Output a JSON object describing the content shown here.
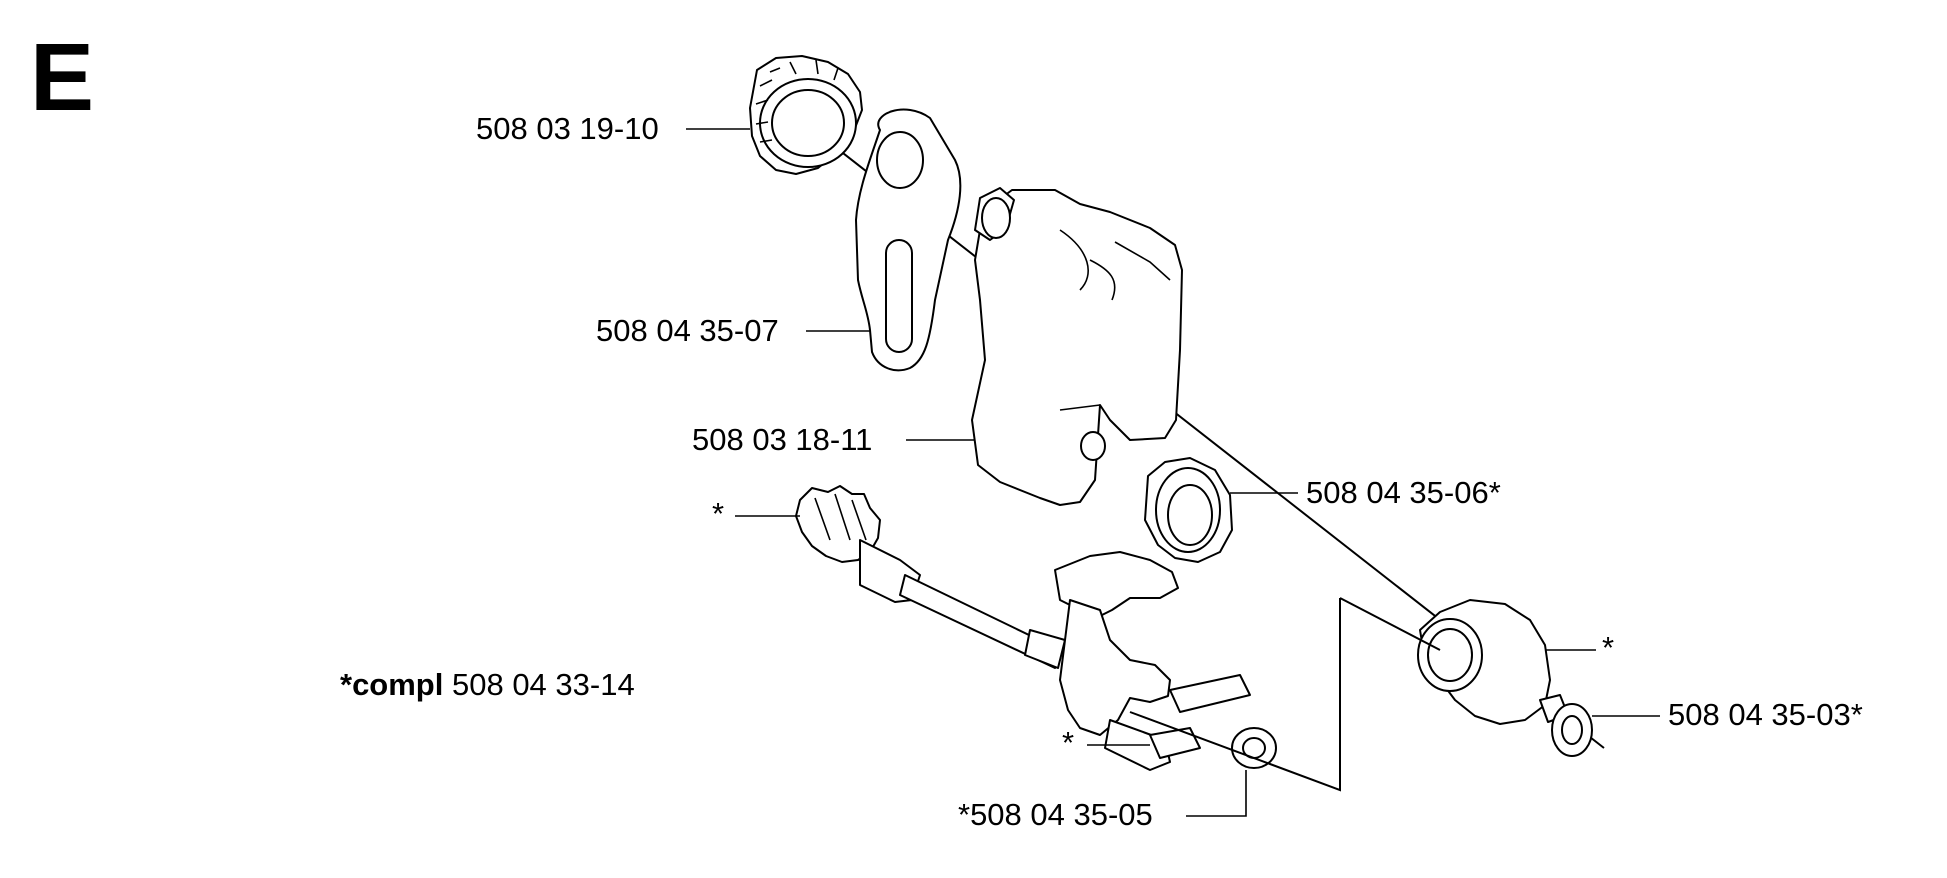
{
  "section": "E",
  "labels": {
    "knob": "508 03 19-10",
    "plate": "508 04 35-07",
    "housing": "508 03 18-11",
    "bushing": "508 04 35-06*",
    "star_gear": "*",
    "compl_prefix": "*compl",
    "compl_number": "508 04 33-14",
    "pump_piston": "*",
    "washer_left": "*508 04 35-05",
    "pump_right": "*",
    "washer_right": "508 04 35-03*"
  }
}
